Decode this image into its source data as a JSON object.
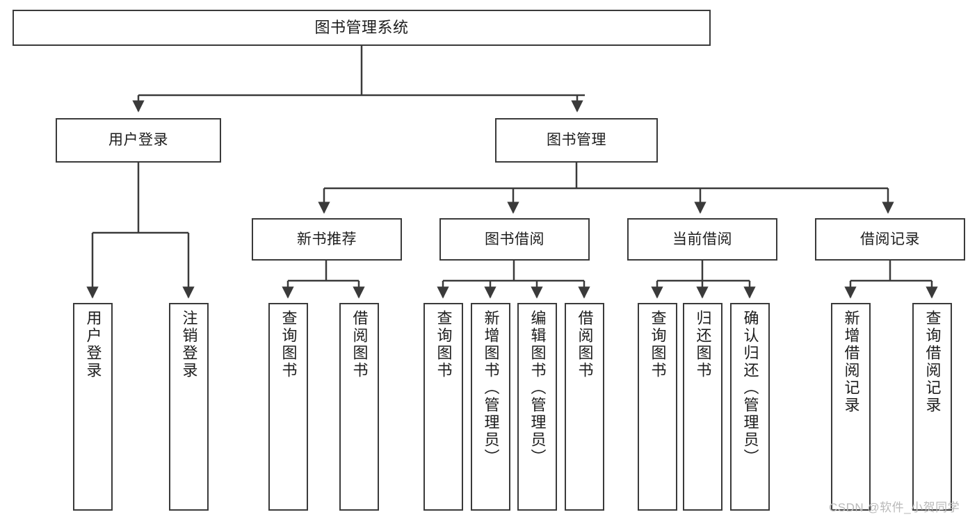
{
  "diagram": {
    "title": "图书管理系统",
    "orientation": "top-down-tree",
    "root": {
      "id": "root",
      "label": "图书管理系统"
    },
    "level2": [
      {
        "id": "user-login",
        "label": "用户登录"
      },
      {
        "id": "book-manage",
        "label": "图书管理"
      }
    ],
    "level3": [
      {
        "id": "new-book-recommend",
        "label": "新书推荐"
      },
      {
        "id": "book-borrow",
        "label": "图书借阅"
      },
      {
        "id": "current-borrow",
        "label": "当前借阅"
      },
      {
        "id": "borrow-record",
        "label": "借阅记录"
      }
    ],
    "leaves": {
      "user_login": [
        {
          "id": "leaf-user-login",
          "label": "用户登录"
        },
        {
          "id": "leaf-logout-login",
          "label": "注销登录"
        }
      ],
      "new_book_recommend": [
        {
          "id": "leaf-query-book-1",
          "label": "查询图书"
        },
        {
          "id": "leaf-borrow-book-1",
          "label": "借阅图书"
        }
      ],
      "book_borrow": [
        {
          "id": "leaf-query-book-2",
          "label": "查询图书"
        },
        {
          "id": "leaf-add-book",
          "label": "新增图书（管理员）"
        },
        {
          "id": "leaf-edit-book",
          "label": "编辑图书（管理员）"
        },
        {
          "id": "leaf-borrow-book-2",
          "label": "借阅图书"
        }
      ],
      "current_borrow": [
        {
          "id": "leaf-query-book-3",
          "label": "查询图书"
        },
        {
          "id": "leaf-return-book",
          "label": "归还图书"
        },
        {
          "id": "leaf-confirm-return",
          "label": "确认归还（管理员）"
        }
      ],
      "borrow_record": [
        {
          "id": "leaf-add-record",
          "label": "新增借阅记录"
        },
        {
          "id": "leaf-query-record",
          "label": "查询借阅记录"
        }
      ]
    }
  },
  "watermark": {
    "text": "CSDN @软件_小贺同学"
  },
  "colors": {
    "stroke": "#3a3a3a",
    "text": "#1d1d1d",
    "background": "#ffffff",
    "watermark": "#b9b9b9"
  }
}
